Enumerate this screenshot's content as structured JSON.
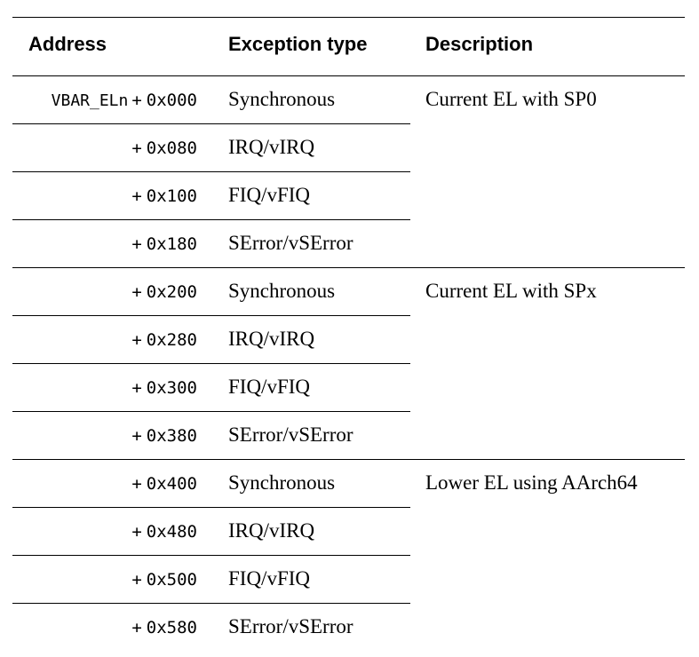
{
  "table": {
    "headers": {
      "address": "Address",
      "exception_type": "Exception type",
      "description": "Description"
    },
    "groups": [
      {
        "description": "Current EL with SP0",
        "rows": [
          {
            "base": "VBAR_ELn",
            "plus": "+",
            "offset": "0x000",
            "exception": "Synchronous"
          },
          {
            "base": "",
            "plus": "+",
            "offset": "0x080",
            "exception": "IRQ/vIRQ"
          },
          {
            "base": "",
            "plus": "+",
            "offset": "0x100",
            "exception": "FIQ/vFIQ"
          },
          {
            "base": "",
            "plus": "+",
            "offset": "0x180",
            "exception": "SError/vSError"
          }
        ]
      },
      {
        "description": "Current EL with SPx",
        "rows": [
          {
            "base": "",
            "plus": "+",
            "offset": "0x200",
            "exception": "Synchronous"
          },
          {
            "base": "",
            "plus": "+",
            "offset": "0x280",
            "exception": "IRQ/vIRQ"
          },
          {
            "base": "",
            "plus": "+",
            "offset": "0x300",
            "exception": "FIQ/vFIQ"
          },
          {
            "base": "",
            "plus": "+",
            "offset": "0x380",
            "exception": "SError/vSError"
          }
        ]
      },
      {
        "description": "Lower EL using AArch64",
        "rows": [
          {
            "base": "",
            "plus": "+",
            "offset": "0x400",
            "exception": "Synchronous"
          },
          {
            "base": "",
            "plus": "+",
            "offset": "0x480",
            "exception": "IRQ/vIRQ"
          },
          {
            "base": "",
            "plus": "+",
            "offset": "0x500",
            "exception": "FIQ/vFIQ"
          },
          {
            "base": "",
            "plus": "+",
            "offset": "0x580",
            "exception": "SError/vSError"
          }
        ]
      }
    ]
  }
}
